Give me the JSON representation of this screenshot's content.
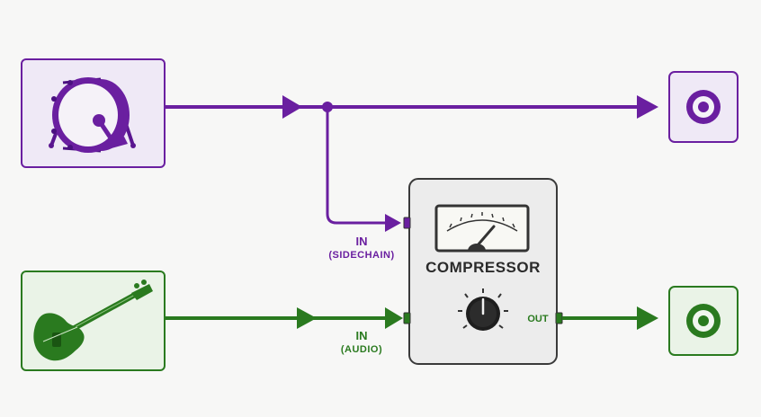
{
  "sidechain_input": {
    "label": "IN",
    "sublabel": "(SIDECHAIN)"
  },
  "audio_input": {
    "label": "IN",
    "sublabel": "(AUDIO)"
  },
  "compressor": {
    "title": "COMPRESSOR",
    "out_label": "OUT"
  },
  "sources": [
    {
      "name": "drum",
      "icon": "bass-drum-icon"
    },
    {
      "name": "bass",
      "icon": "bass-guitar-icon"
    }
  ],
  "outputs": [
    {
      "name": "drum-output",
      "icon": "speaker-output-icon"
    },
    {
      "name": "bass-output",
      "icon": "speaker-output-icon"
    }
  ],
  "colors": {
    "drum_path": "#6a1fa0",
    "bass_path": "#2a7a1f",
    "drum_box_fill": "#efe9f6",
    "bass_box_fill": "#eaf3e7",
    "compressor_body": "#ececec"
  }
}
